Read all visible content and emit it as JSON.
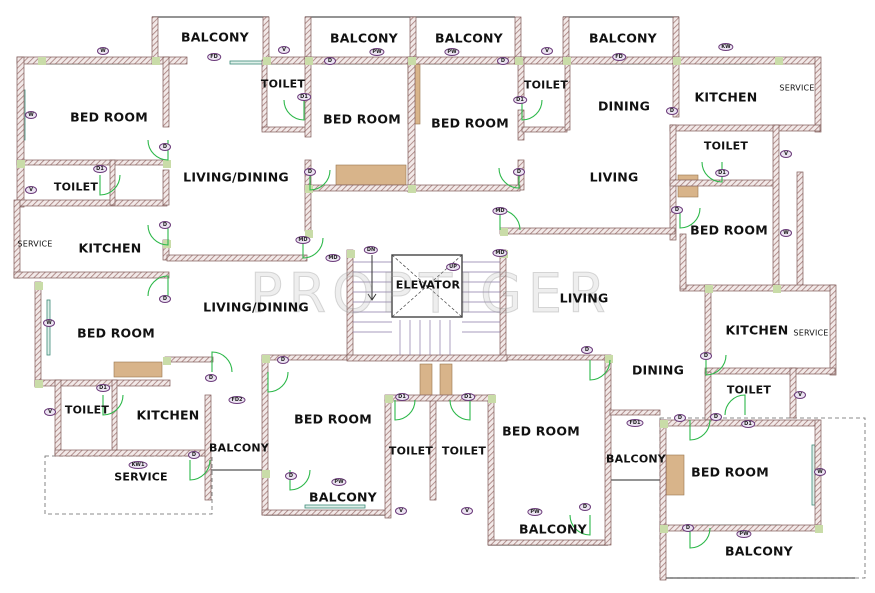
{
  "watermark": "PROPTIGER",
  "colors": {
    "wall_hatch": "#a47c7a",
    "door_swing": "#2db84a",
    "column": "#c9dca8",
    "window": "#3c8a78",
    "tag_fill": "#ece4f2",
    "wardrobe": "#c9a27a"
  },
  "rooms": [
    "BALCONY",
    "BALCONY",
    "BALCONY",
    "BALCONY",
    "BED ROOM",
    "TOILET",
    "BED ROOM",
    "BED ROOM",
    "TOILET",
    "DINING",
    "KITCHEN",
    "SERVICE",
    "TOILET",
    "LIVING/DINING",
    "LIVING",
    "TOILET",
    "BED ROOM",
    "SERVICE",
    "KITCHEN",
    "ELEVATOR",
    "LIVING/DINING",
    "LIVING",
    "BED ROOM",
    "KITCHEN",
    "SERVICE",
    "DINING",
    "TOILET",
    "TOILET",
    "KITCHEN",
    "BED ROOM",
    "BED ROOM",
    "TOILET",
    "TOILET",
    "BALCONY",
    "BALCONY",
    "BED ROOM",
    "SERVICE",
    "BALCONY",
    "BALCONY",
    "BALCONY"
  ],
  "tags": [
    "W",
    "FD",
    "V",
    "D",
    "PW",
    "PW",
    "D",
    "V",
    "FD",
    "KW",
    "W",
    "D",
    "D1",
    "D",
    "V",
    "D",
    "MD",
    "MD",
    "D",
    "D1",
    "D1",
    "MD",
    "MD",
    "D",
    "D1",
    "D",
    "V",
    "W",
    "W",
    "D",
    "D1",
    "V",
    "D",
    "D",
    "D1",
    "D1",
    "D",
    "FD2",
    "KW1",
    "D",
    "D",
    "PW",
    "D",
    "D1",
    "D",
    "V",
    "V",
    "PW",
    "D",
    "FD1",
    "D",
    "PW",
    "W",
    "V",
    "D",
    "DN",
    "UP"
  ]
}
